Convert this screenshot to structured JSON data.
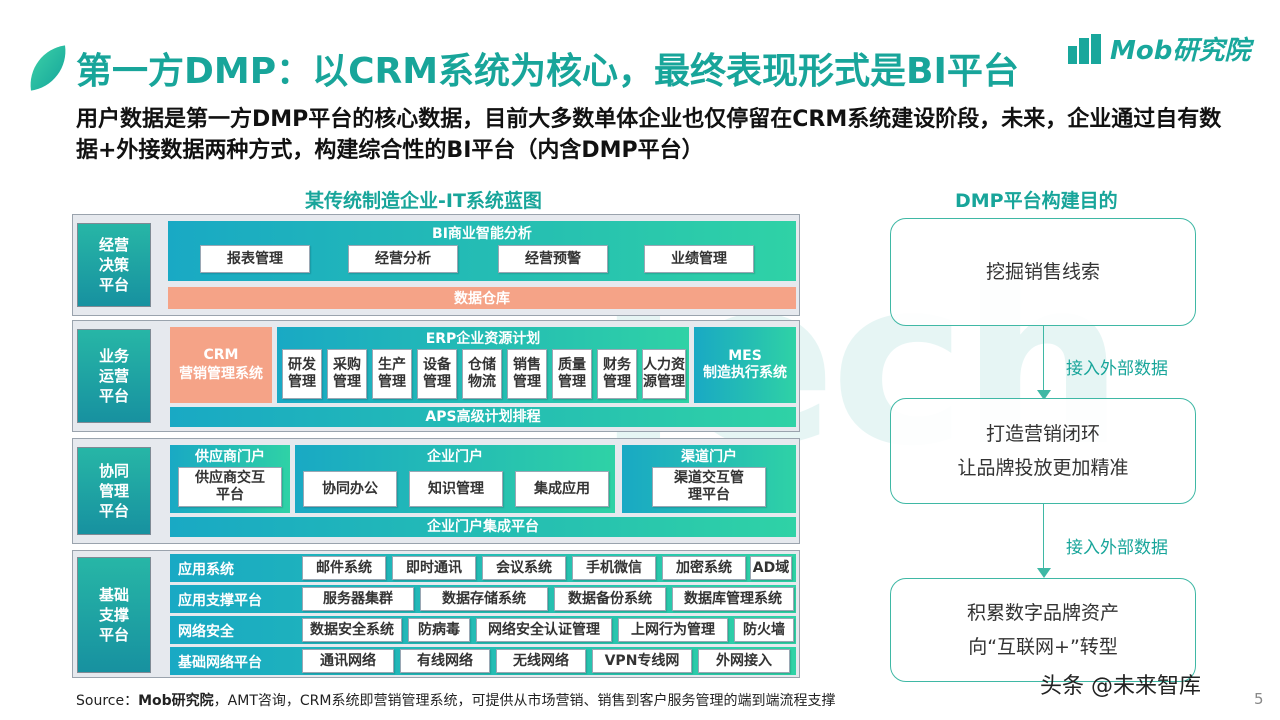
{
  "header": {
    "title": "第一方DMP：以CRM系统为核心，最终表现形式是BI平台",
    "logo_text": "Mob研究院",
    "subtitle": "用户数据是第一方DMP平台的核心数据，目前大多数单体企业也仅停留在CRM系统建设阶段，未来，企业通过自有数据+外接数据两种方式，构建综合性的BI平台（内含DMP平台）"
  },
  "watermark": "Tech",
  "blueprint": {
    "title": "某传统制造企业-IT系统蓝图",
    "decision": {
      "label": "经营决策平台",
      "bi_title": "BI商业智能分析",
      "bi_items": [
        "报表管理",
        "经营分析",
        "经营预警",
        "业绩管理"
      ],
      "warehouse": "数据仓库"
    },
    "operation": {
      "label": "业务运营平台",
      "crm_line1": "CRM",
      "crm_line2": "营销管理系统",
      "erp_title": "ERP企业资源计划",
      "erp_items": [
        "研发管理",
        "采购管理",
        "生产管理",
        "设备管理",
        "仓储物流",
        "销售管理",
        "质量管理",
        "财务管理",
        "人力资源管理"
      ],
      "mes_line1": "MES",
      "mes_line2": "制造执行系统",
      "aps": "APS高级计划排程"
    },
    "collab": {
      "label": "协同管理平台",
      "supplier_title": "供应商门户",
      "supplier_item": "供应商交互平台",
      "enterprise_title": "企业门户",
      "enterprise_items": [
        "协同办公",
        "知识管理",
        "集成应用"
      ],
      "channel_title": "渠道门户",
      "channel_item": "渠道交互管理平台",
      "bottom": "企业门户集成平台"
    },
    "infra": {
      "label": "基础支撑平台",
      "rows": [
        {
          "name": "应用系统",
          "items": [
            "邮件系统",
            "即时通讯",
            "会议系统",
            "手机微信",
            "加密系统",
            "AD域"
          ]
        },
        {
          "name": "应用支撑平台",
          "items": [
            "服务器集群",
            "数据存储系统",
            "数据备份系统",
            "数据库管理系统"
          ]
        },
        {
          "name": "网络安全",
          "items": [
            "数据安全系统",
            "防病毒",
            "网络安全认证管理",
            "上网行为管理",
            "防火墙"
          ]
        },
        {
          "name": "基础网络平台",
          "items": [
            "通讯网络",
            "有线网络",
            "无线网络",
            "VPN专线网",
            "外网接入"
          ]
        }
      ]
    }
  },
  "purpose": {
    "title": "DMP平台构建目的",
    "box1": "挖掘销售线索",
    "arrow1": "接入外部数据",
    "box2_line1": "打造营销闭环",
    "box2_line2": "让品牌投放更加精准",
    "arrow2": "接入外部数据",
    "box3_line1": "积累数字品牌资产",
    "box3_line2": "向“互联网+”转型"
  },
  "footer": {
    "source_prefix": "Source：",
    "source_bold": "Mob研究院",
    "source_rest": "，AMT咨询，CRM系统即营销管理系统，可提供从市场营销、销售到客户服务管理的端到端流程支撑",
    "credit": "头条 @未来智库",
    "page": "5"
  },
  "colors": {
    "accent": "#18a59a",
    "gradient_start": "#19a9c4",
    "gradient_end": "#2fd2a6",
    "orange": "#f5a387"
  }
}
